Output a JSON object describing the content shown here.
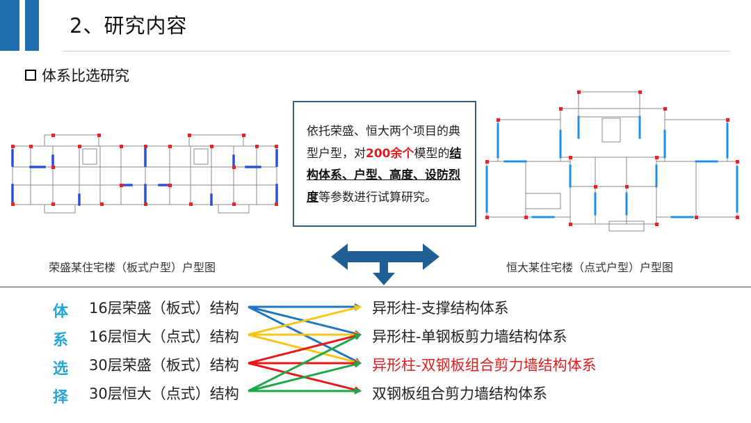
{
  "header": {
    "title": "2、研究内容"
  },
  "section": {
    "title": "体系比选研究"
  },
  "left_plan": {
    "caption": "荣盛某住宅楼（板式户型）户型图"
  },
  "right_plan": {
    "caption": "恒大某住宅楼（点式户型）户型图"
  },
  "description": {
    "p1": "依托荣盛、恒大两个项目的典型户型，对",
    "highlight": "200余个",
    "p2": "模型的",
    "emphasis": "结构体系、户型、高度、设防烈度",
    "p3": "等参数进行试算研究。"
  },
  "selection": {
    "vertical_label": [
      "体",
      "系",
      "选",
      "择"
    ],
    "structures": [
      "16层荣盛（板式）结构",
      "16层恒大（点式）结构",
      "30层荣盛（板式）结构",
      "30层恒大（点式）结构"
    ],
    "systems": [
      "异形柱-支撑结构体系",
      "异形柱-单钢板剪力墙结构体系",
      "异形柱-双钢板组合剪力墙结构体系",
      "双钢板组合剪力墙结构体系"
    ],
    "highlighted_system_index": 2
  },
  "colors": {
    "accent_blue": "#1f6fb0",
    "arrow_blue": "#1f5f94",
    "vertical_label": "#25a4d6",
    "highlight_red": "#e01b1b",
    "line_blue": "#1f77c4",
    "line_yellow": "#f5c518",
    "line_red": "#e81818",
    "line_green": "#1ea64a"
  },
  "icons": {
    "section_marker": "hollow-square-icon",
    "branch_arrow": "t-double-arrow-icon"
  }
}
